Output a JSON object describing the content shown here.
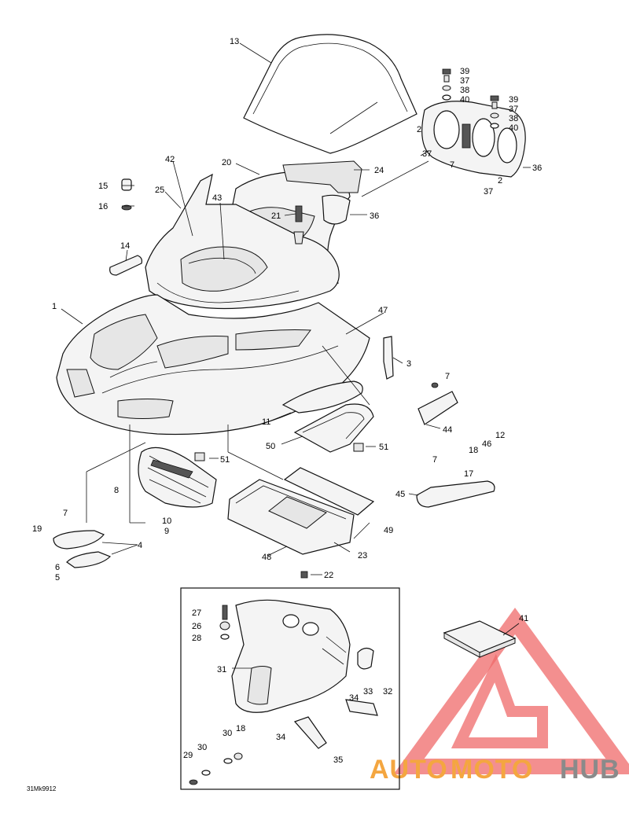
{
  "diagram": {
    "drawing_code": "31Mk9912",
    "watermark": {
      "part1": "AUTO",
      "part2": "MOTO",
      "part3": "HUB",
      "color_orange": "#f4a640",
      "color_gray": "#8a8a8a",
      "color_red": "#ef6a6a"
    },
    "labels": {
      "n1": "1",
      "n2a": "2",
      "n2b": "2",
      "n3": "3",
      "n4": "4",
      "n5": "5",
      "n6": "6",
      "n7a": "7",
      "n7b": "7",
      "n7c": "7",
      "n7d": "7",
      "n8": "8",
      "n9": "9",
      "n10": "10",
      "n11": "11",
      "n12": "12",
      "n13": "13",
      "n14": "14",
      "n15": "15",
      "n16": "16",
      "n17": "17",
      "n18a": "18",
      "n18b": "18",
      "n19": "19",
      "n20": "20",
      "n21": "21",
      "n22": "22",
      "n23": "23",
      "n24": "24",
      "n25": "25",
      "n26": "26",
      "n27": "27",
      "n28": "28",
      "n29": "29",
      "n30a": "30",
      "n30b": "30",
      "n31": "31",
      "n32": "32",
      "n33": "33",
      "n34a": "34",
      "n34b": "34",
      "n35": "35",
      "n36a": "36",
      "n36b": "36",
      "n37a": "37",
      "n37b": "37",
      "n37c": "37",
      "n37d": "37",
      "n38a": "38",
      "n38b": "38",
      "n39a": "39",
      "n39b": "39",
      "n40a": "40",
      "n40b": "40",
      "n41": "41",
      "n42": "42",
      "n43": "43",
      "n44": "44",
      "n45": "45",
      "n46": "46",
      "n47": "47",
      "n48": "48",
      "n49": "49",
      "n50": "50",
      "n51a": "51",
      "n51b": "51"
    }
  }
}
